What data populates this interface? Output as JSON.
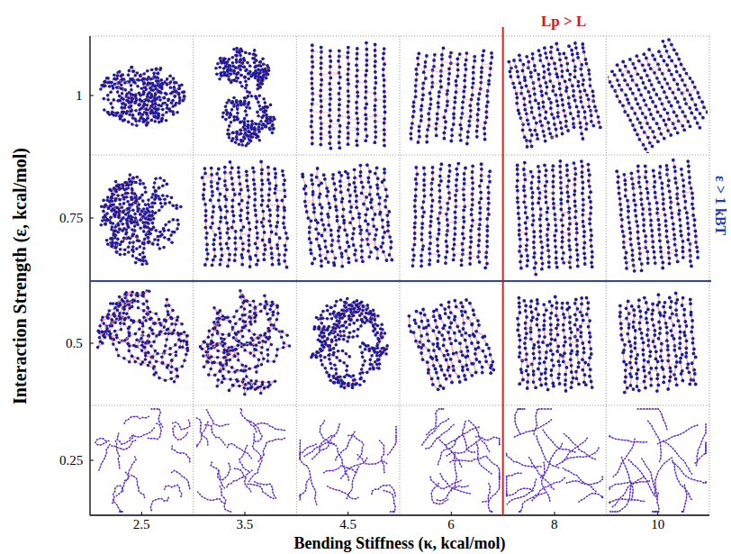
{
  "diagram": {
    "labels": [
      "Lp > L",
      "ε > 1 kBT",
      "Interaction Strength (ε, kcal/mol)",
      "1",
      "0.75",
      "0.5",
      "0.25",
      "Bending Stiffness (κ, kcal/mol)",
      "2.5",
      "3.5",
      "4.5",
      "6",
      "8",
      "10"
    ]
  }
}
